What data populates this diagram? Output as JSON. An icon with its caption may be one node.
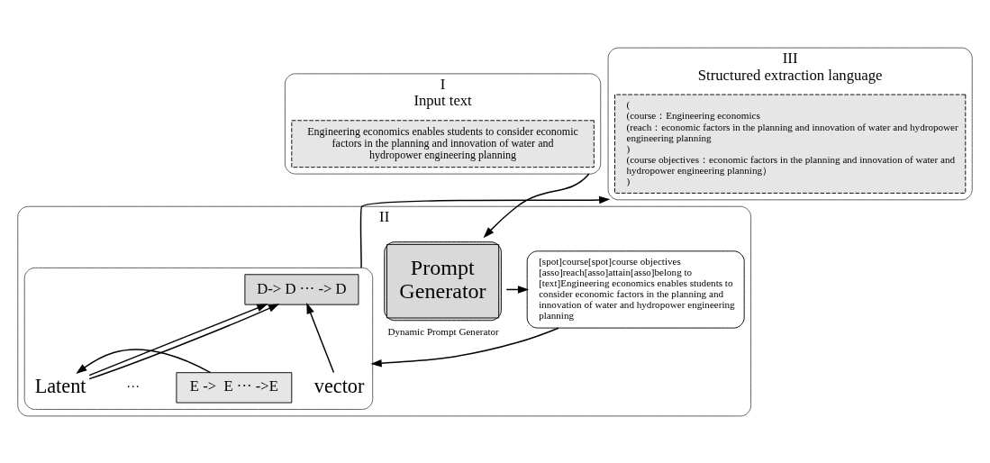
{
  "diagram": {
    "nodes": [
      {
        "text": [
          "I",
          "Input text"
        ]
      },
      {
        "text": [
          "Engineering economics enables students to consider economic factors in the planning and innovation of water and hydropower engineering planning"
        ],
        "in": 0
      },
      {
        "text": [
          "III",
          "Structured extraction language"
        ]
      },
      {
        "text": [
          "(",
          "(course：Engineering economics",
          "(reach：economic factors in the planning and innovation of water and hydropower engineering planning",
          ")",
          "(course objectives：economic factors in the planning and innovation of water and hydropower engineering planning）",
          ")"
        ],
        "in": 2
      },
      {
        "text": [
          "II"
        ]
      },
      {
        "text": [
          "Prompt Generator"
        ],
        "in": 4,
        "beside": [
          "Dynamic Prompt Generator"
        ]
      },
      {
        "text": [
          "[spot]course[spot]course objectives",
          "[asso]reach[asso]attain[asso]belong to",
          "[text]Engineering economics enables students to consider economic factors in the planning and innovation of water and hydropower engineering planning"
        ],
        "in": 4
      },
      {
        "text": [],
        "shape": "box",
        "in": 4
      },
      {
        "text": [
          "D-> D ··· -> D"
        ],
        "in": 7
      },
      {
        "text": [
          "E ->  E ··· ->E"
        ],
        "in": 7
      },
      {
        "text": [
          "Latent"
        ],
        "in": 7
      },
      {
        "text": [
          "vector"
        ],
        "in": 7
      }
    ],
    "edges": [
      {
        "from": 0,
        "to": 5,
        "arrow": "to"
      },
      {
        "from": 5,
        "to": 6,
        "arrow": "to"
      },
      {
        "from": 6,
        "to": 7,
        "arrow": "to"
      },
      {
        "from": 9,
        "to": 10,
        "arrow": "to"
      },
      {
        "from": 10,
        "to": 8,
        "arrow": "to"
      },
      {
        "from": 10,
        "to": 8,
        "arrow": "to"
      },
      {
        "from": 11,
        "to": 8,
        "arrow": "to"
      },
      {
        "from": 7,
        "to": 2,
        "arrow": "to"
      }
    ],
    "labels": [
      "···"
    ]
  }
}
